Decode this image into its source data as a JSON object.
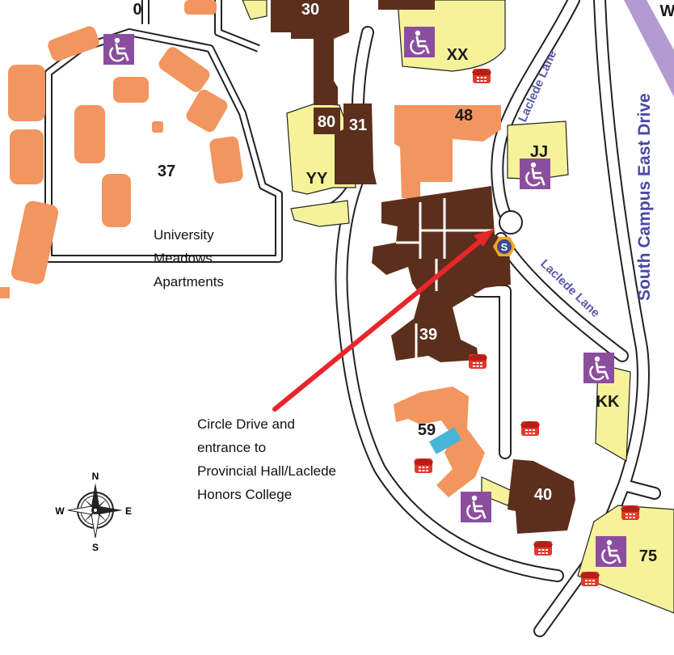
{
  "labels": {
    "b30": "30",
    "b31": "31",
    "b80": "80",
    "b48": "48",
    "b39": "39",
    "b59": "59",
    "b40": "40",
    "b37": "37",
    "b75": "75",
    "lot_xx": "XX",
    "lot_yy": "YY",
    "lot_jj": "JJ",
    "lot_kk": "KK",
    "w_partial": "W",
    "o_partial": "0",
    "shuttle": "S"
  },
  "roads": {
    "south_campus_east_drive": "South Campus East Drive",
    "laclede_lane_1": "Laclede Lane",
    "laclede_lane_2": "Laclede Lane"
  },
  "callouts": {
    "apartments": [
      "University",
      "Meadows",
      "Apartments"
    ],
    "circle_drive": [
      "Circle Drive and",
      "entrance to",
      "Provincial Hall/Laclede",
      "Honors College"
    ]
  },
  "compass": {
    "n": "N",
    "s": "S",
    "e": "E",
    "w": "W"
  },
  "colors": {
    "building_brown": "#5c2f1c",
    "building_orange": "#f2955f",
    "parking_yellow": "#f6f29a",
    "accessibility_purple": "#8b4e9e",
    "phone_red": "#e03a2c",
    "arrow_red": "#e8262a",
    "road_lavender": "#b39ad0",
    "pool_blue": "#48b5d8",
    "road_label_blue": "#5a5aa8"
  }
}
